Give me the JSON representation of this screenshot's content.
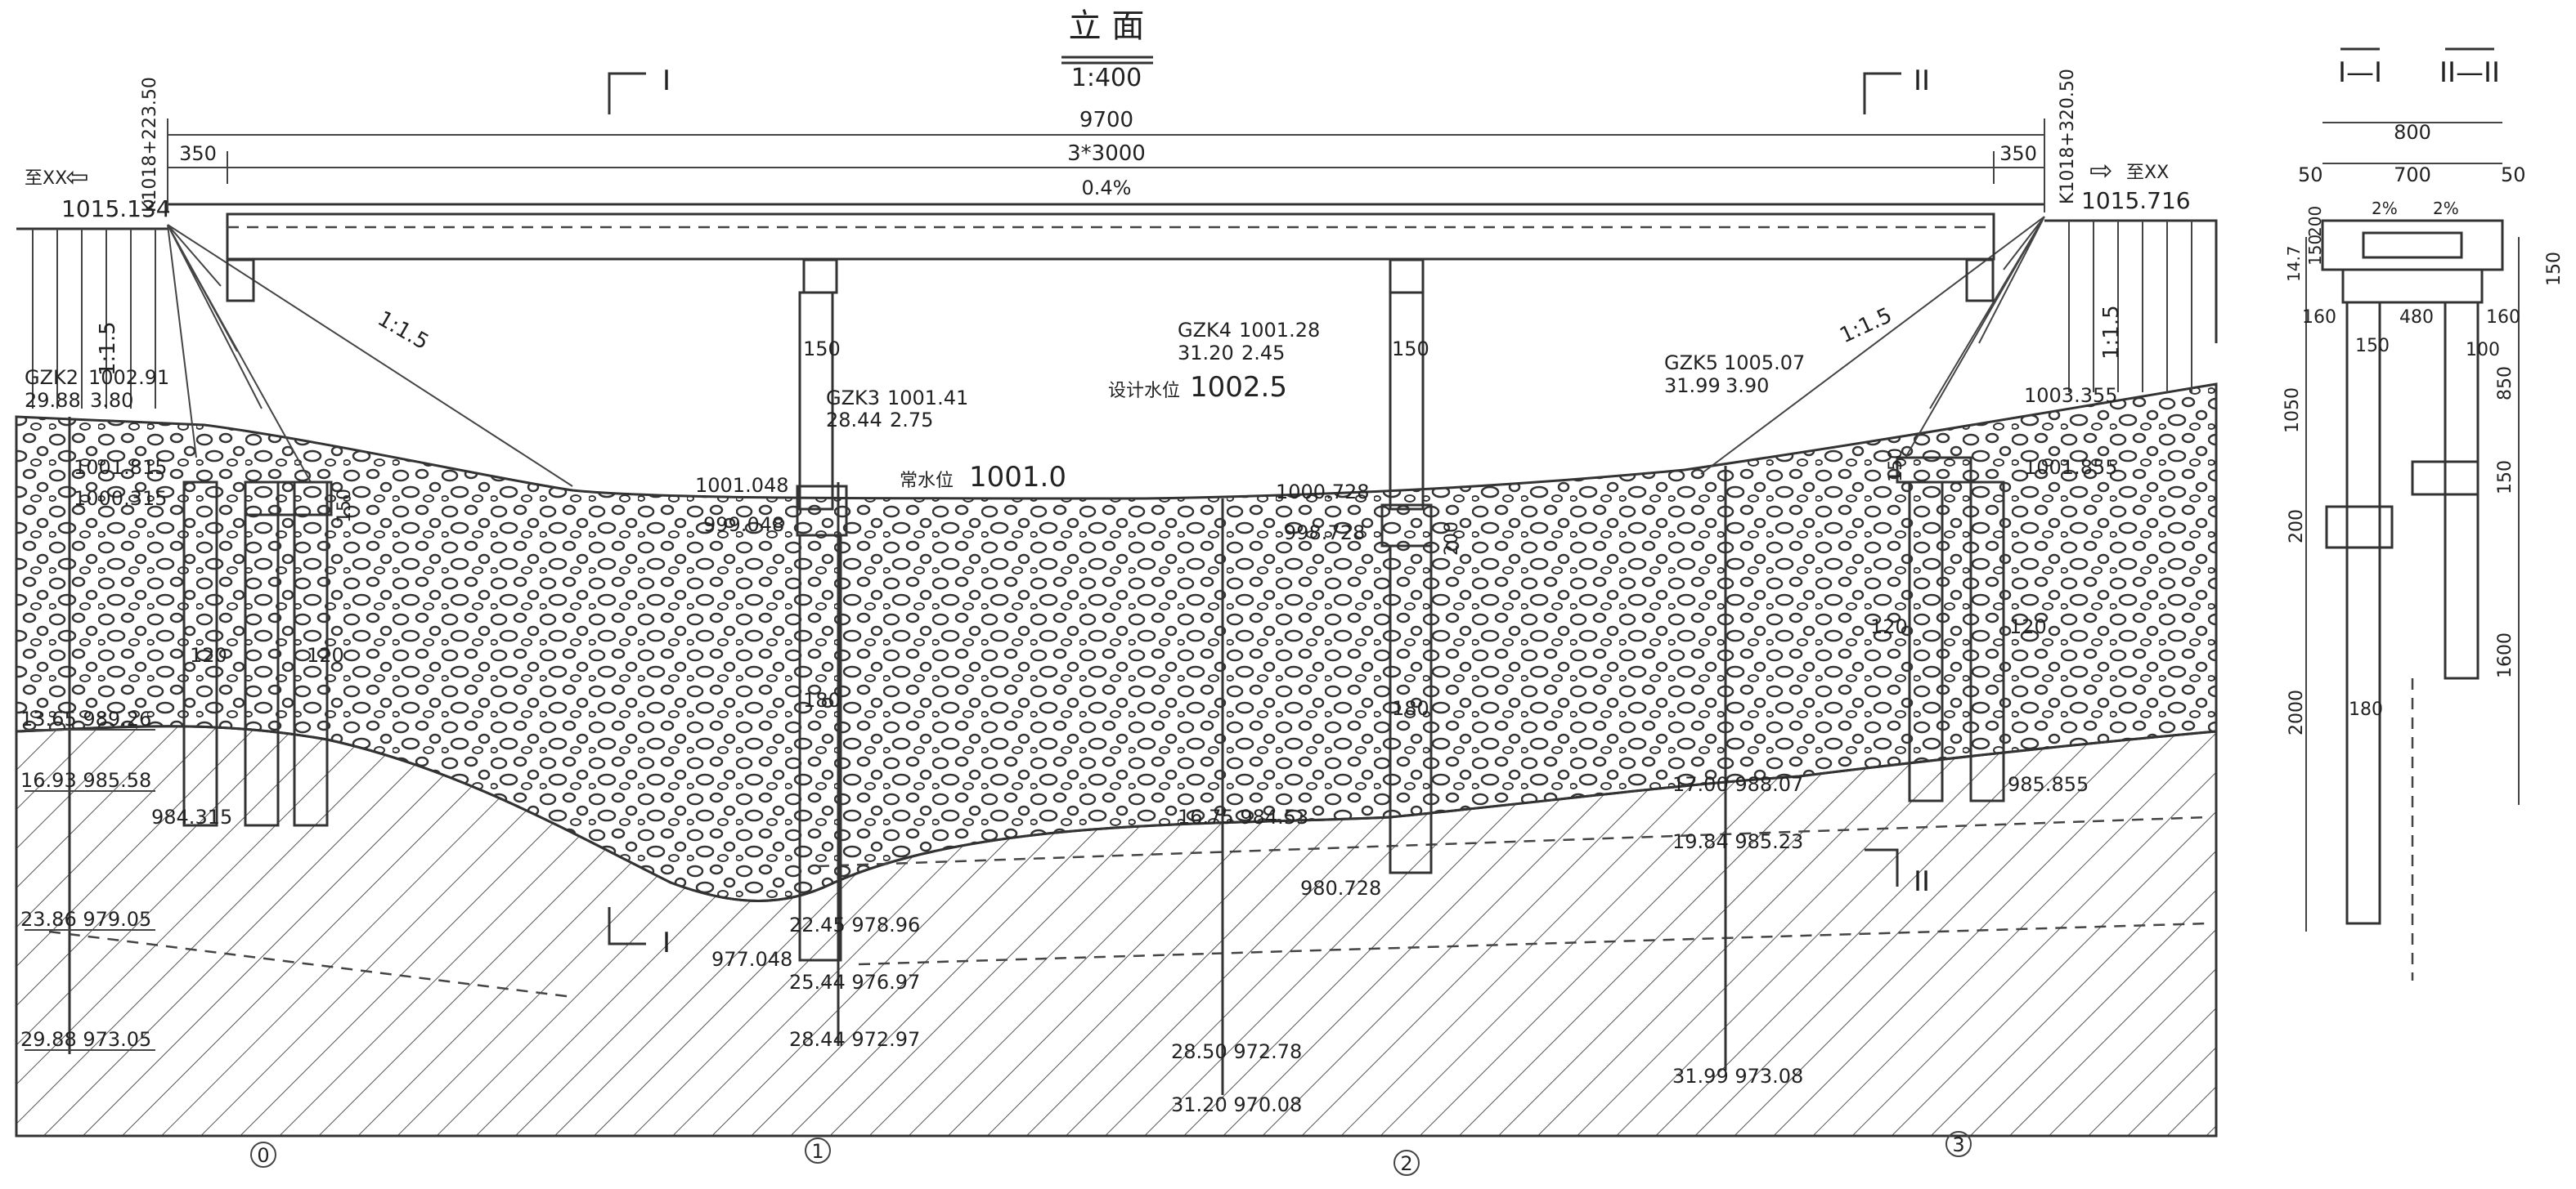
{
  "title": {
    "main": "立 面",
    "scale": "1:400"
  },
  "section_marks": {
    "left_top": "I",
    "right_top": "II",
    "left_bottom": "I",
    "right_bottom": "II"
  },
  "dimensions": {
    "total": "9700",
    "spans": "3*3000",
    "end_left": "350",
    "end_right": "350",
    "slope_grade": "0.4%"
  },
  "stations": {
    "left": "K1018+223.50",
    "right": "K1018+320.50"
  },
  "approach": {
    "left_label": "至XX",
    "right_label": "至XX"
  },
  "deck_elevations": {
    "left": "1015.134",
    "right": "1015.716"
  },
  "embankment_slope": "1:1.5",
  "water_levels": {
    "design_label": "设计水位",
    "design_value": "1002.5",
    "normal_label": "常水位",
    "normal_value": "1001.0"
  },
  "boreholes": [
    {
      "id": "GZK2",
      "name": "GZK2",
      "top": "1002.91",
      "depth": "29.88",
      "depth2": "3.80",
      "layers": [
        "13.65 989.26",
        "16.93 985.58",
        "23.86 979.05",
        "29.88 973.05"
      ]
    },
    {
      "id": "GZK3",
      "name": "GZK3",
      "top": "1001.41",
      "depth": "28.44",
      "depth2": "2.75",
      "layers": [
        "22.45 978.96",
        "25.44 976.97",
        "28.44 972.97"
      ]
    },
    {
      "id": "GZK4",
      "name": "GZK4",
      "top": "1001.28",
      "depth": "31.20",
      "depth2": "2.45",
      "layers": [
        "16.75 984.53",
        "28.50 972.78",
        "31.20 970.08"
      ]
    },
    {
      "id": "GZK5",
      "name": "GZK5",
      "top": "1005.07",
      "depth": "31.99",
      "depth2": "3.90",
      "layers": [
        "17.00 988.07",
        "19.84 985.23",
        "31.99 973.08"
      ]
    }
  ],
  "pier_elevations": {
    "p0_top": "1001.815",
    "p0_cap": "1000.315",
    "p0_bottom": "984.315",
    "p1_top": "1001.048",
    "p1_cap": "999.048",
    "p1_bottom": "977.048",
    "p2_top": "1000.728",
    "p2_cap": "998.728",
    "p2_bottom": "980.728",
    "p3_top": "1003.355",
    "p3_cap": "1001.855",
    "p3_bottom": "985.855"
  },
  "pile_dims": {
    "column": "150",
    "pile": "180",
    "abut_pile": "120",
    "cap": "150",
    "beam": "200"
  },
  "pier_numbers": [
    "0",
    "1",
    "2",
    "3"
  ],
  "section_view": {
    "title_left": "I—I",
    "title_right": "II—II",
    "width_total": "800",
    "width_inner": "700",
    "edge_left": "50",
    "edge_right": "50",
    "slope_left": "2%",
    "slope_right": "2%",
    "h_small": "14.7",
    "h_deck": "150",
    "h_slab": "200",
    "w_left": "160",
    "w_mid": "480",
    "w_right": "160",
    "d_150": "150",
    "d_100": "100",
    "h_1050": "1050",
    "h_850": "850",
    "h_150b": "150",
    "h_1600": "1600",
    "h_200": "200",
    "h_2000": "2000",
    "pile_180": "180",
    "top_150": "150"
  }
}
